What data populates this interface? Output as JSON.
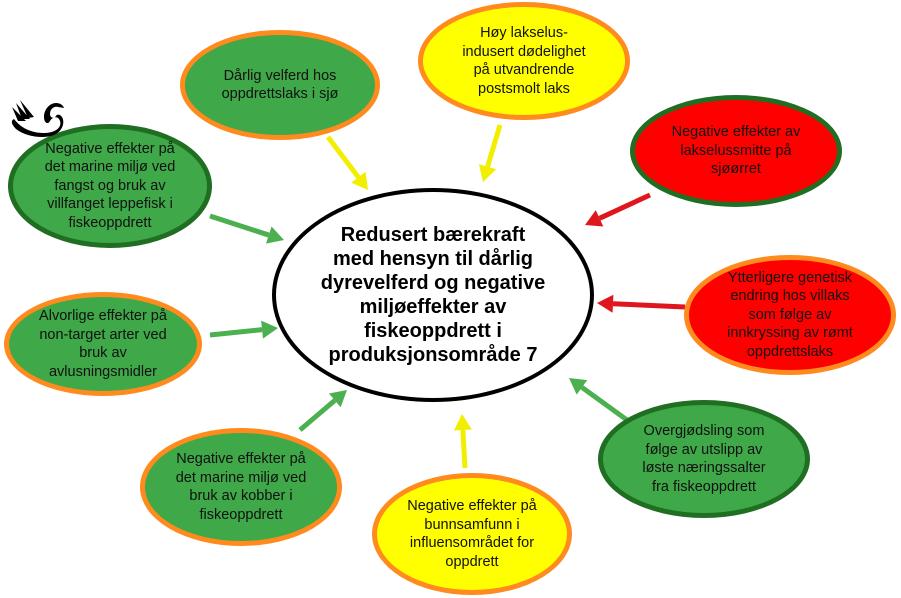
{
  "colors": {
    "green": "#3fa848",
    "green_dark_border": "#1f6e22",
    "yellow": "#ffff00",
    "red": "#ff0000",
    "orange_border": "#ff8a1d",
    "center_border": "#000000",
    "arrow_green": "#4caf50",
    "arrow_yellow": "#f2ee00",
    "arrow_red": "#e0161e"
  },
  "diagram": {
    "center": "Redusert bærekraft\nmed hensyn til dårlig\ndyrevelferd og negative\nmiljøeffekter av\nfiskeoppdrett i\nproduksjonsområde 7",
    "nodes": [
      {
        "id": "welfare",
        "text": "Dårlig velferd hos\noppdrettslaks i sjø",
        "fill": "green",
        "border": "orange",
        "arrow": "yellow"
      },
      {
        "id": "lice-mortality",
        "text": "Høy lakselus-\nindusert dødelighet\npå utvandrende\npostsmolt laks",
        "fill": "yellow",
        "border": "orange",
        "arrow": "yellow"
      },
      {
        "id": "sea-trout",
        "text": "Negative effekter av\nlakselussmitte på\nsjøørret",
        "fill": "red",
        "border": "dark-green",
        "arrow": "red"
      },
      {
        "id": "genetic",
        "text": "Ytterligere genetisk\nendring hos villaks\nsom følge av\ninnkryssing av rømt\noppdrettslaks",
        "fill": "red",
        "border": "orange",
        "arrow": "red"
      },
      {
        "id": "nutrients",
        "text": "Overgjødsling som\nfølge av utslipp av\nløste næringssalter\nfra fiskeoppdrett",
        "fill": "green",
        "border": "dark-green",
        "arrow": "green"
      },
      {
        "id": "benthic",
        "text": "Negative effekter på\nbunnsamfunn i\ninfluensområdet for\noppdrett",
        "fill": "yellow",
        "border": "orange",
        "arrow": "yellow"
      },
      {
        "id": "copper",
        "text": "Negative effekter på\ndet marine miljø ved\nbruk av kobber i\nfiskeoppdrett",
        "fill": "green",
        "border": "orange",
        "arrow": "green"
      },
      {
        "id": "delousing",
        "text": "Alvorlige effekter på\nnon-target arter ved\nbruk av\navlusningsmidler",
        "fill": "green",
        "border": "orange",
        "arrow": "green"
      },
      {
        "id": "wrasse",
        "text": "Negative effekter på\ndet marine miljø ved\nfangst og bruk av\nvillfanget leppefisk i\nfiskeoppdrett",
        "fill": "green",
        "border": "dark-green",
        "arrow": "green"
      }
    ],
    "swan_icon": "black-swan-icon"
  }
}
